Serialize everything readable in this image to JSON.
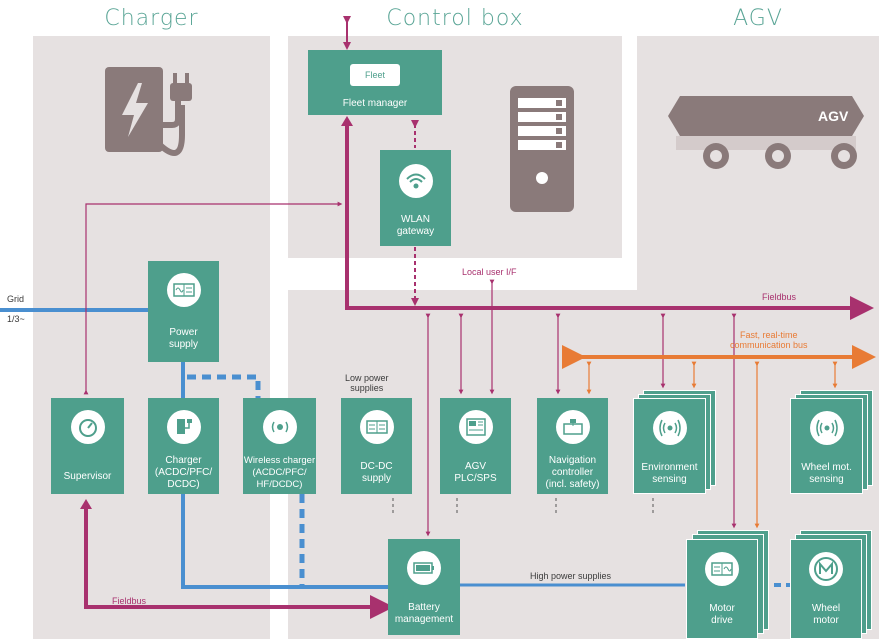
{
  "regions": {
    "charger": "Charger",
    "control_box": "Control box",
    "agv": "AGV"
  },
  "blocks": {
    "fleet_manager": "Fleet manager",
    "fleet_badge": "Fleet",
    "wlan_gateway": "WLAN\ngateway",
    "power_supply": "Power\nsupply",
    "supervisor": "Supervisor",
    "charger": "Charger\n(ACDC/PFC/\nDCDC)",
    "wireless_charger": "Wireless charger\n(ACDC/PFC/\nHF/DCDC)",
    "dcdc_supply": "DC-DC\nsupply",
    "agv_plc": "AGV\nPLC/SPS",
    "navigation_controller": "Navigation\ncontroller\n(incl. safety)",
    "environment_sensing": "Environment\nsensing",
    "wheel_mot_sensing": "Wheel mot.\nsensing",
    "battery_management": "Battery\nmanagement",
    "motor_drive": "Motor\ndrive",
    "wheel_motor": "Wheel\nmotor"
  },
  "labels": {
    "grid": "Grid",
    "grid_phase": "1/3~",
    "local_user_if": "Local user I/F",
    "fieldbus_top": "Fieldbus",
    "fieldbus_bottom": "Fieldbus",
    "fast_bus": "Fast, real-time\ncommunication bus",
    "low_power": "Low power\nsupplies",
    "high_power": "High power supplies",
    "agv_badge": "AGV"
  },
  "colors": {
    "teal": "#4e9f8c",
    "fieldbus": "#a8316e",
    "power": "#4a8fd0",
    "fastbus": "#e87b35",
    "region": "#e6e1e1",
    "icon_gray": "#8a7a7a"
  }
}
